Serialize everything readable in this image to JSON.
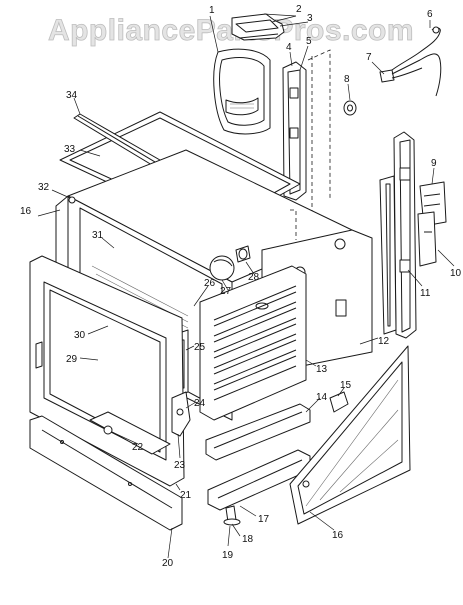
{
  "watermark": "AppliancePartsPros.com",
  "callouts": [
    "1",
    "2",
    "3",
    "4",
    "5",
    "6",
    "7",
    "8",
    "9",
    "10",
    "11",
    "12",
    "13",
    "14",
    "15",
    "16",
    "16",
    "17",
    "18",
    "19",
    "20",
    "21",
    "22",
    "23",
    "24",
    "25",
    "26",
    "27",
    "28",
    "29",
    "30",
    "31",
    "32",
    "33",
    "34"
  ]
}
